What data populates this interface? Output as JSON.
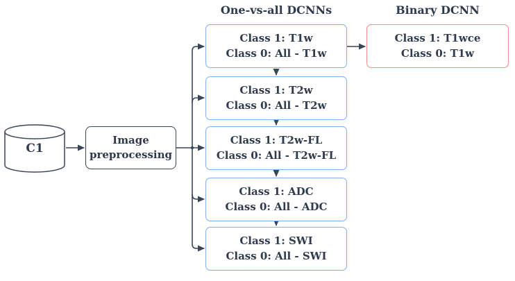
{
  "diagram": {
    "title_one_vs_all": "One-vs-all DCNNs",
    "title_binary": "Binary DCNN",
    "database": {
      "label": "C1"
    },
    "preprocessing": {
      "line1": "Image",
      "line2": "preprocessing"
    },
    "ova_boxes": [
      {
        "line1": "Class 1: T1w",
        "line2": "Class 0: All - T1w"
      },
      {
        "line1": "Class 1: T2w",
        "line2": "Class 0: All - T2w"
      },
      {
        "line1": "Class 1: T2w-FL",
        "line2": "Class 0: All - T2w-FL"
      },
      {
        "line1": "Class 1: ADC",
        "line2": "Class 0: All - ADC"
      },
      {
        "line1": "Class 1: SWI",
        "line2": "Class 0: All - SWI"
      }
    ],
    "binary_box": {
      "line1": "Class 1: T1wce",
      "line2": "Class 0: T1w"
    },
    "colors": {
      "stroke": "#3a4558",
      "text": "#2f3a4d",
      "ova_border": "#7db0f5",
      "binary_border": "#f28b8b"
    }
  }
}
